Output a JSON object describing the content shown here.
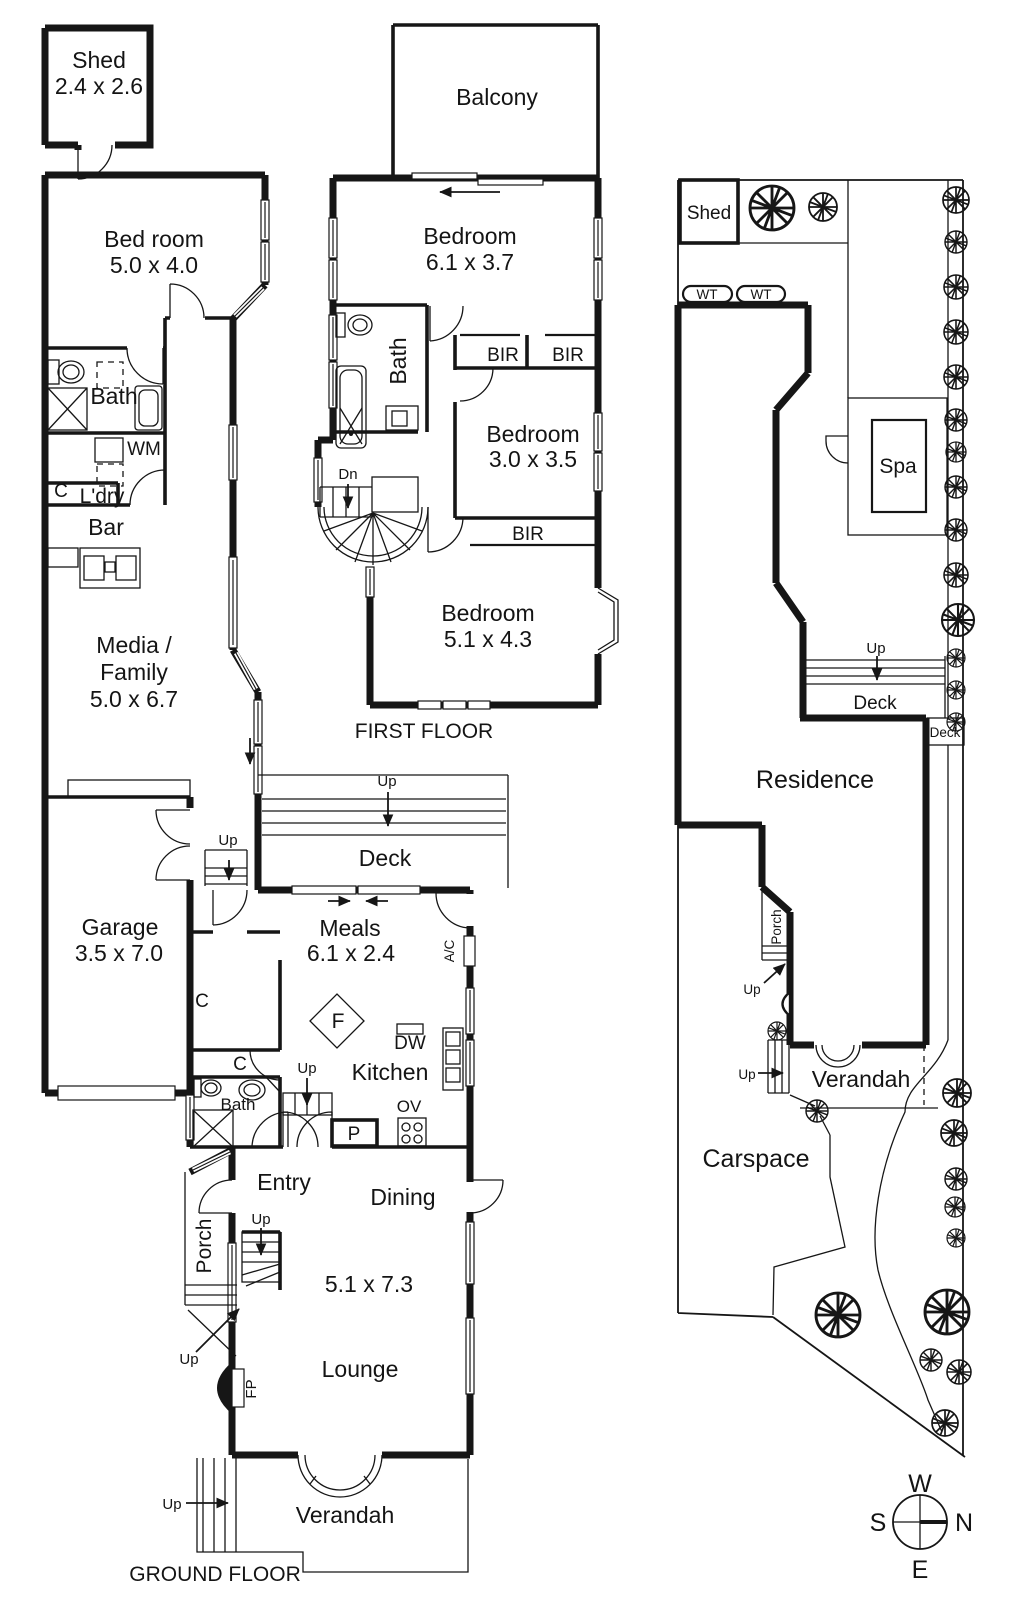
{
  "ground_floor": {
    "section": "GROUND FLOOR",
    "shed_name": "Shed",
    "shed_dims": "2.4 x 2.6",
    "bedroom_name": "Bed room",
    "bedroom_dims": "5.0 x 4.0",
    "bath": "Bath",
    "wm": "WM",
    "ldry_closet": "C",
    "ldry": "L'dry",
    "bar": "Bar",
    "media_line1": "Media /",
    "media_line2": "Family",
    "media_dims": "5.0 x 6.7",
    "garage_name": "Garage",
    "garage_dims": "3.5 x 7.0",
    "deck": "Deck",
    "deck_up": "Up",
    "side_up": "Up",
    "meals_name": "Meals",
    "meals_dims": "6.1 x 2.4",
    "ac": "A/C",
    "hall_closet": "C",
    "kitchen_closet": "C",
    "fridge": "F",
    "dishwasher": "DW",
    "kitchen": "Kitchen",
    "oven": "OV",
    "pantry": "P",
    "bath2": "Bath",
    "kitchen_up": "Up",
    "entry": "Entry",
    "entry_up": "Up",
    "porch": "Porch",
    "porch_up": "Up",
    "dining": "Dining",
    "dining_lounge_dims": "5.1 x 7.3",
    "fireplace": "FP",
    "lounge": "Lounge",
    "verandah": "Verandah",
    "verandah_up": "Up"
  },
  "first_floor": {
    "section": "FIRST FLOOR",
    "balcony": "Balcony",
    "bedroom1_name": "Bedroom",
    "bedroom1_dims": "6.1 x 3.7",
    "bath": "Bath",
    "bir1": "BIR",
    "bir2": "BIR",
    "bir3": "BIR",
    "bedroom2_name": "Bedroom",
    "bedroom2_dims": "3.0 x 3.5",
    "down": "Dn",
    "bedroom3_name": "Bedroom",
    "bedroom3_dims": "5.1 x 4.3"
  },
  "site_plan": {
    "shed": "Shed",
    "water_tank1": "WT",
    "water_tank2": "WT",
    "spa": "Spa",
    "deck_up": "Up",
    "deck": "Deck",
    "deck_landing": "Deck",
    "residence": "Residence",
    "porch": "Porch",
    "porch_up": "Up",
    "verandah_up": "Up",
    "verandah": "Verandah",
    "carspace": "Carspace",
    "compass_w": "W",
    "compass_n": "N",
    "compass_s": "S",
    "compass_e": "E"
  }
}
